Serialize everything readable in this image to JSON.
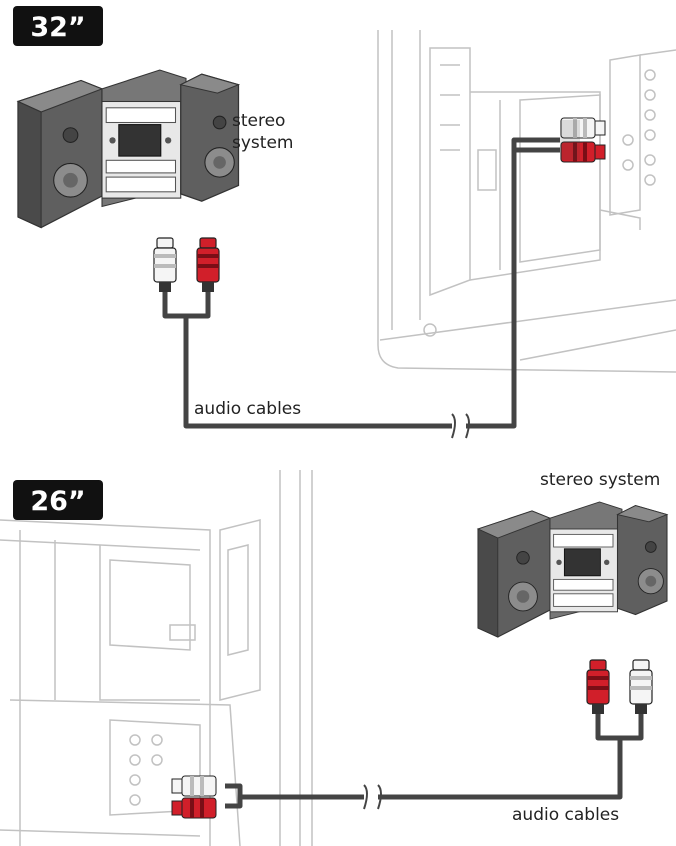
{
  "top": {
    "size_label": "32”",
    "stereo_label_line1": "stereo",
    "stereo_label_line2": "system",
    "cable_label": "audio cables"
  },
  "bottom": {
    "size_label": "26”",
    "stereo_label": "stereo system",
    "cable_label": "audio cables"
  },
  "colors": {
    "badge": "#111111",
    "cable": "#444444",
    "plug_red": "#d11f2a",
    "plug_white": "#f5f5f5",
    "speaker": "#6b6b6b",
    "tv_line": "#bfbfbf"
  }
}
